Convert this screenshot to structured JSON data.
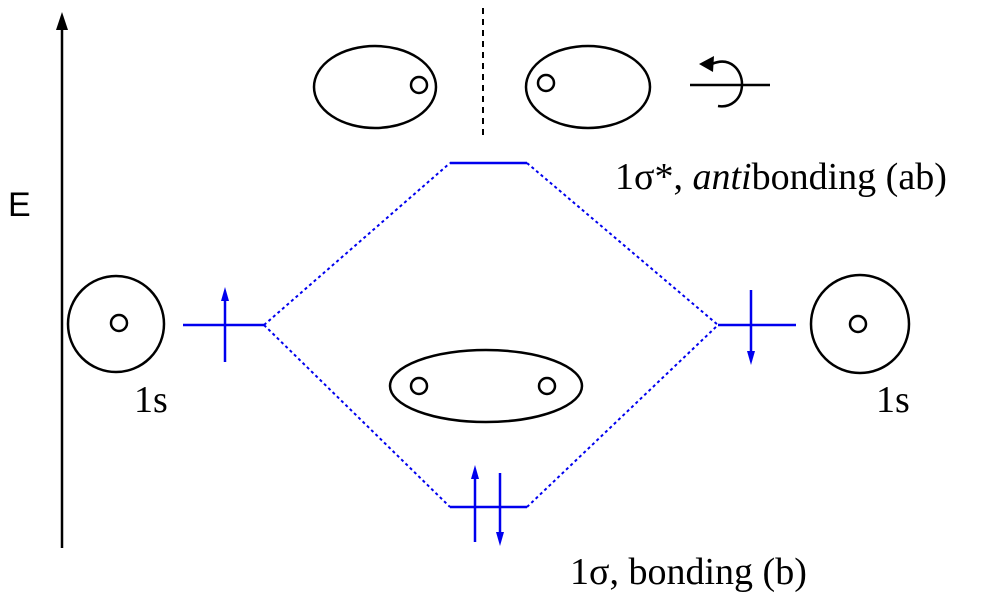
{
  "axis": {
    "energy_label": "E"
  },
  "labels": {
    "left_ao": "1s",
    "right_ao": "1s",
    "antibonding_prefix": "1σ*, ",
    "antibonding_italic": "anti",
    "antibonding_suffix": "bonding (ab)",
    "bonding": "1σ, bonding (b)"
  },
  "colors": {
    "level": "#0000ee",
    "ink": "#000000"
  },
  "electrons": {
    "left_ao": [
      "up"
    ],
    "right_ao": [
      "down"
    ],
    "bonding_mo": [
      "up",
      "down"
    ],
    "antibonding_mo": []
  }
}
